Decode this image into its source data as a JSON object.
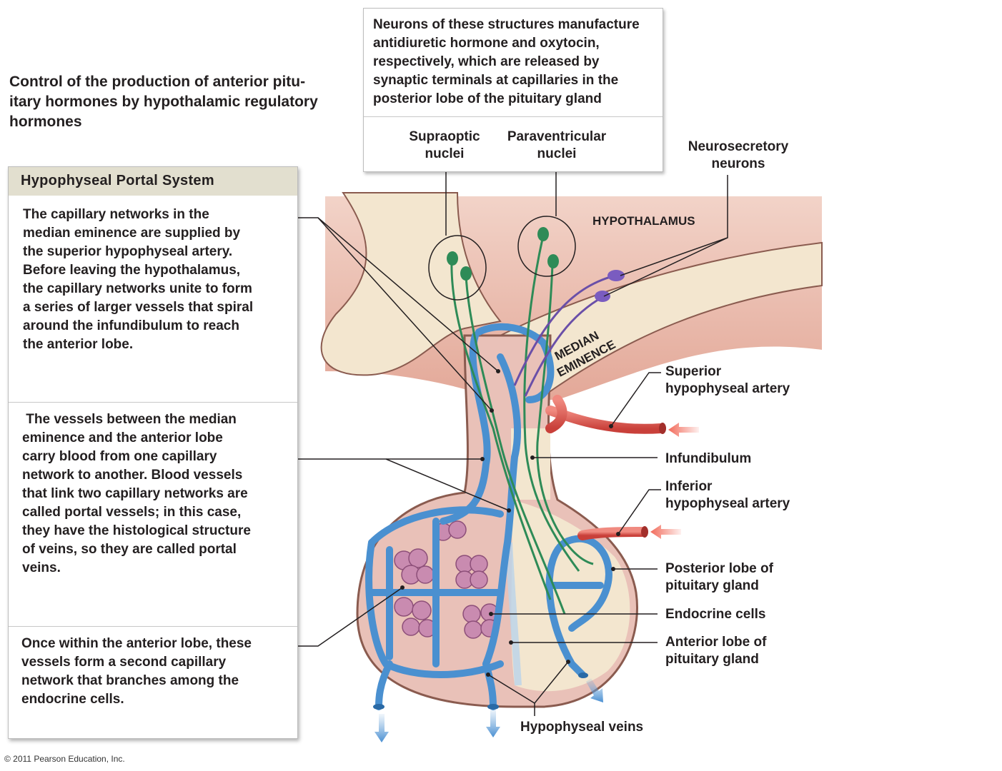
{
  "title": "Control of the production of anterior pitu- itary hormones by hypothalamic regulatory hormones",
  "title_lines": [
    "Control of the production of anterior pitu-",
    "itary hormones by hypothalamic regulatory",
    "hormones"
  ],
  "info_box": {
    "text_lines": [
      "Neurons of these structures manufacture",
      "antidiuretic hormone and oxytocin,",
      "respectively, which are released by",
      "synaptic terminals at capillaries in the",
      "posterior lobe of the pituitary gland"
    ],
    "nuclei": [
      {
        "line1": "Supraoptic",
        "line2": "nuclei"
      },
      {
        "line1": "Paraventricular",
        "line2": "nuclei"
      }
    ]
  },
  "portal_box": {
    "heading": "Hypophyseal Portal System",
    "sections": [
      {
        "lines": [
          "The capillary networks in the",
          "median eminence are supplied by",
          "the superior hypophyseal artery.",
          "Before leaving the hypothalamus,",
          "the capillary networks unite to form",
          "a series of larger vessels that spiral",
          "around the infundibulum to reach",
          "the anterior lobe."
        ]
      },
      {
        "lines": [
          " The vessels between the median",
          "eminence and the anterior lobe",
          "carry blood from one capillary",
          "network to another. Blood vessels",
          "that link two capillary networks are",
          "called portal vessels; in this case,",
          "they have the histological structure",
          "of veins, so they are called portal",
          "veins."
        ]
      },
      {
        "lines": [
          "Once within the anterior lobe, these",
          "vessels form a second capillary",
          "network that branches among the",
          "endocrine cells."
        ]
      }
    ]
  },
  "anatomy_labels": {
    "hypothalamus": "HYPOTHALAMUS",
    "median_eminence_1": "MEDIAN",
    "median_eminence_2": "EMINENCE",
    "neurosecretory_1": "Neurosecretory",
    "neurosecretory_2": "neurons",
    "superior_artery_1": "Superior",
    "superior_artery_2": "hypophyseal artery",
    "infundibulum": "Infundibulum",
    "inferior_artery_1": "Inferior",
    "inferior_artery_2": "hypophyseal artery",
    "posterior_lobe_1": "Posterior lobe of",
    "posterior_lobe_2": "pituitary gland",
    "endocrine_cells": "Endocrine cells",
    "anterior_lobe_1": "Anterior lobe of",
    "anterior_lobe_2": "pituitary gland",
    "hypophyseal_veins": "Hypophyseal veins"
  },
  "colors": {
    "vein_blue": "#4a90d0",
    "artery_red": "#e0504a",
    "neuron_green": "#2e8b57",
    "neuron_purple": "#6a4fa8",
    "hypothalamus_pink": "#e8b3a3",
    "tissue_cream": "#f3e6cf",
    "anterior_pink": "#e9bdb5",
    "cell_purple": "#c98bb0"
  },
  "copyright": "© 2011 Pearson Education, Inc."
}
